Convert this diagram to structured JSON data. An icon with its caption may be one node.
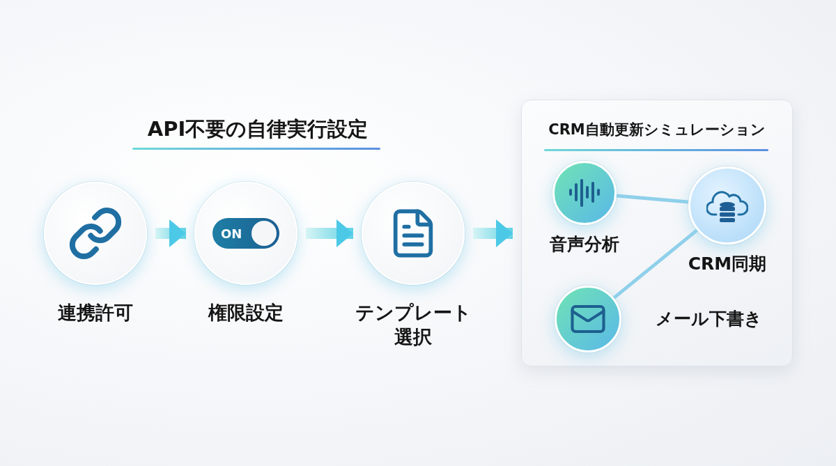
{
  "diagram": {
    "title": "API不要の自律実行設定",
    "nodes": [
      {
        "text": [
          "連携許可"
        ]
      },
      {
        "text": [
          "権限設定"
        ]
      },
      {
        "text": [
          "テンプレート選択"
        ]
      },
      {
        "text": [
          "CRM自動更新シミュレーション"
        ]
      },
      {
        "text": [
          "音声分析"
        ],
        "in": 3
      },
      {
        "text": [
          "CRM同期"
        ],
        "in": 3
      },
      {
        "text": [
          "メール下書き"
        ],
        "in": 3
      }
    ],
    "edges": [
      {
        "from": 0,
        "to": 1,
        "arrow": "to",
        "style": "thick"
      },
      {
        "from": 1,
        "to": 2,
        "arrow": "to",
        "style": "thick"
      },
      {
        "from": 2,
        "to": 3,
        "arrow": "to",
        "style": "thick"
      },
      {
        "from": 4,
        "to": 5,
        "arrow": "none"
      },
      {
        "from": 6,
        "to": 5,
        "arrow": "none"
      }
    ],
    "labels": [
      "ON"
    ]
  }
}
